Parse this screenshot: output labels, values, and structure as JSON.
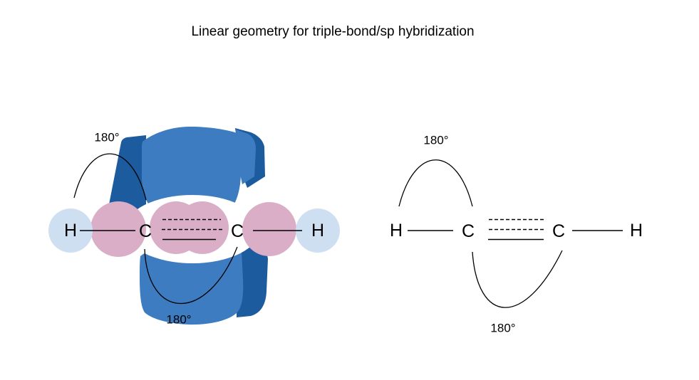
{
  "title": "Linear geometry for triple-bond/sp hybridization",
  "colors": {
    "pi_cloud_front": "#3d7cc1",
    "pi_cloud_back": "#1b5b9e",
    "sp_lobe": "#d9aec6",
    "h_orbital": "#cfdff2",
    "line": "#000000",
    "background": "#ffffff"
  },
  "orbital_view": {
    "atoms": [
      "H",
      "C",
      "C",
      "H"
    ],
    "angle_top": "180°",
    "angle_bottom": "180°"
  },
  "skeletal_view": {
    "atoms": [
      "H",
      "C",
      "C",
      "H"
    ],
    "angle_top": "180°",
    "angle_bottom": "180°"
  }
}
